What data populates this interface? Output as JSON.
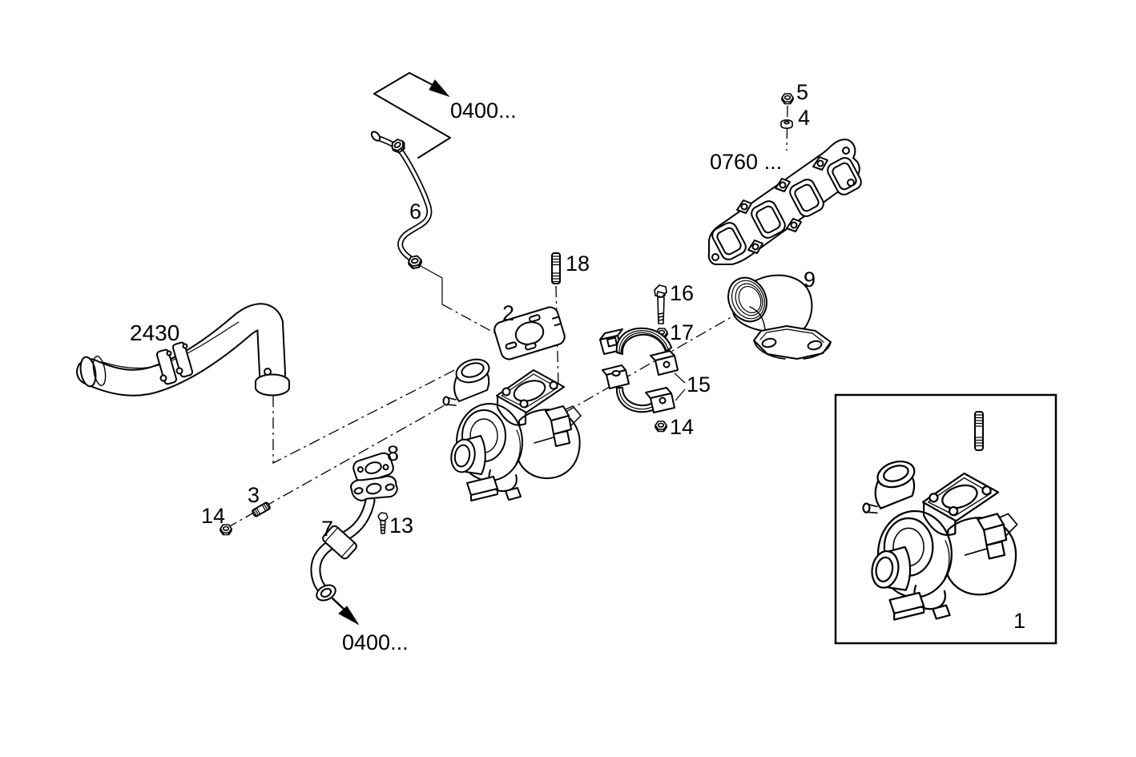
{
  "colors": {
    "background": "#ffffff",
    "ink": "#000000"
  },
  "refs": {
    "top": "0400...",
    "bottom": "0400...",
    "manifold": "0760 ...",
    "air_pipe": "2430"
  },
  "callouts": {
    "n1": "1",
    "n2": "2",
    "n3": "3",
    "n4": "4",
    "n5": "5",
    "n6": "6",
    "n7": "7",
    "n8": "8",
    "n9": "9",
    "n13": "13",
    "n14_stud": "14",
    "n14_clamp": "14",
    "n15": "15",
    "n16": "16",
    "n17": "17",
    "n18": "18"
  }
}
